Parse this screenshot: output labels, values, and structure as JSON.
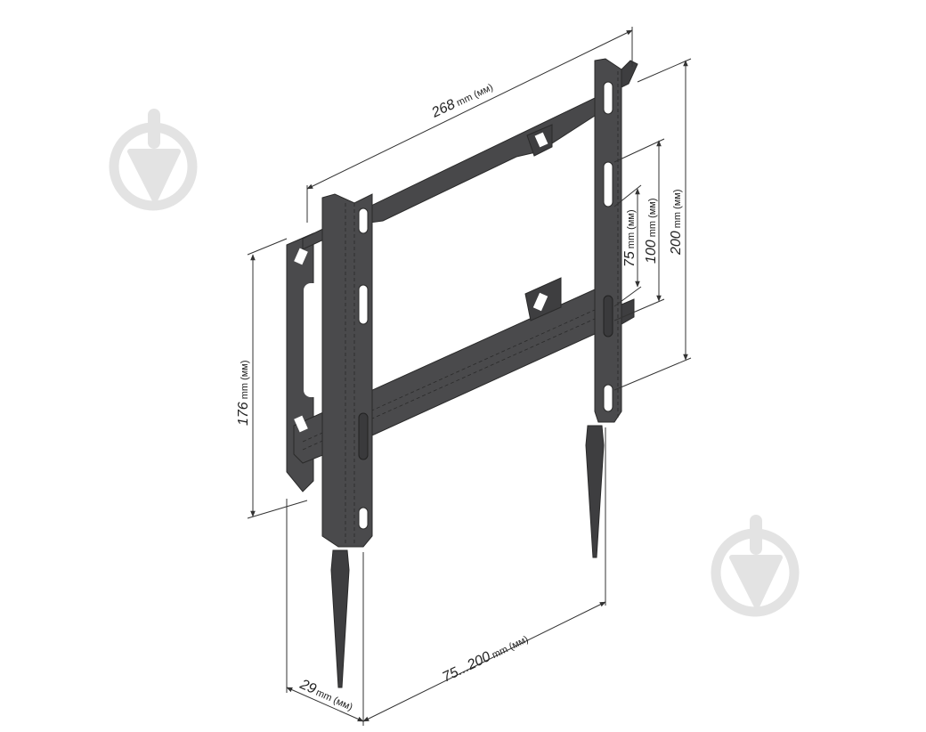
{
  "diagram": {
    "subject": "TV wall mount bracket (tilt-free, fixed)",
    "colors": {
      "metal": "#4a4a4c",
      "metal_dark": "#3a3a3c",
      "metal_edge": "#2a2a2a",
      "dimension_line": "#333333",
      "watermark": "#e3e3e3"
    },
    "dimensions": {
      "width": {
        "value": "268",
        "unit": "mm (мм)"
      },
      "height": {
        "value": "176",
        "unit": "mm (мм)"
      },
      "vesa_horizontal": {
        "value": "75...200",
        "unit": "mm (мм)"
      },
      "depth": {
        "value": "29",
        "unit": "mm (мм)"
      },
      "vesa_v1": {
        "value": "75",
        "unit": "mm (мм)"
      },
      "vesa_v2": {
        "value": "100",
        "unit": "mm (мм)"
      },
      "vesa_v3": {
        "value": "200",
        "unit": "mm (мм)"
      }
    },
    "watermarks": [
      {
        "name": "trowel-logo-left"
      },
      {
        "name": "trowel-logo-right"
      }
    ]
  }
}
